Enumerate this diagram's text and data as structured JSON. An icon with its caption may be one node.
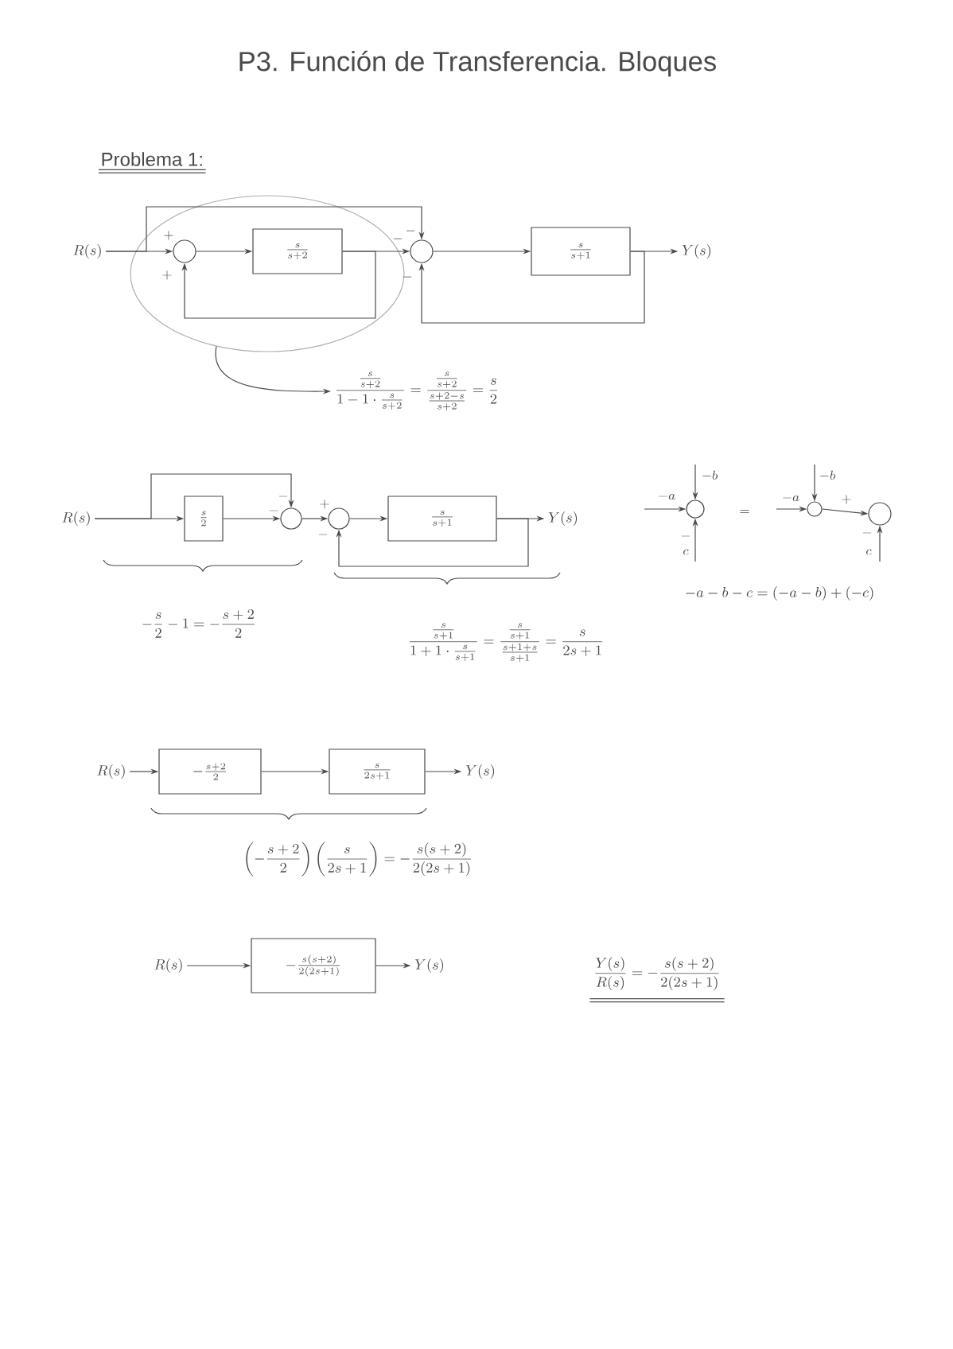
{
  "diagram": {
    "title": "P3. Función de Transferencia. Bloques",
    "nodes": [
      {
        "text": [
          "R(s)"
        ]
      },
      {
        "text": [],
        "shape": "ellipse"
      },
      {
        "text": [],
        "shape": "circle",
        "in": 1
      },
      {
        "text": [
          "\\frac{s}{s+2}"
        ],
        "in": 1
      },
      {
        "text": [],
        "shape": "circle"
      },
      {
        "text": [
          "\\frac{s}{s+1}"
        ]
      },
      {
        "text": [
          "Y(s)"
        ]
      },
      {
        "text": [
          "\\frac{\\frac{s}{s+2}}{1-1\\cdot\\frac{s}{s+2}}=\\frac{\\frac{s}{s+2}}{\\frac{s+2-s}{s+2}}=\\frac{s}{2}"
        ]
      },
      {
        "text": [
          "R(s)"
        ]
      },
      {
        "text": [
          "\\frac{s}{2}"
        ]
      },
      {
        "text": [],
        "shape": "circle"
      },
      {
        "text": [],
        "shape": "circle"
      },
      {
        "text": [
          "\\frac{s}{s+1}"
        ]
      },
      {
        "text": [
          "Y(s)"
        ]
      },
      {
        "text": [],
        "shape": "circle"
      },
      {
        "text": [],
        "shape": "circle"
      },
      {
        "text": [],
        "shape": "circle"
      },
      {
        "text": [
          "R(s)"
        ]
      },
      {
        "text": [
          "-\\frac{s+2}{2}"
        ]
      },
      {
        "text": [
          "\\frac{s}{2s+1}"
        ]
      },
      {
        "text": [
          "Y(s)"
        ]
      },
      {
        "text": [
          "R(s)"
        ]
      },
      {
        "text": [
          "-\\frac{s(s+2)}{2(2s+1)}"
        ]
      },
      {
        "text": [
          "Y(s)"
        ]
      }
    ],
    "edges": [
      {
        "from": 0,
        "to": 2,
        "arrow": "to"
      },
      {
        "from": 0,
        "to": 4,
        "arrow": "to"
      },
      {
        "from": 2,
        "to": 3,
        "arrow": "to"
      },
      {
        "from": 3,
        "to": 4,
        "arrow": "to"
      },
      {
        "from": 3,
        "to": 2,
        "arrow": "to"
      },
      {
        "from": 4,
        "to": 5,
        "arrow": "to"
      },
      {
        "from": 5,
        "to": 6,
        "arrow": "to"
      },
      {
        "from": 5,
        "to": 4,
        "arrow": "to"
      },
      {
        "from": 1,
        "to": 7,
        "arrow": "to"
      },
      {
        "from": 8,
        "to": 9,
        "arrow": "to"
      },
      {
        "from": 8,
        "to": 10,
        "arrow": "to"
      },
      {
        "from": 9,
        "to": 10,
        "arrow": "to"
      },
      {
        "from": 10,
        "to": 11,
        "arrow": "to"
      },
      {
        "from": 11,
        "to": 12,
        "arrow": "to"
      },
      {
        "from": 12,
        "to": 13,
        "arrow": "to"
      },
      {
        "from": 12,
        "to": 11,
        "arrow": "to"
      },
      {
        "from": null,
        "to": 14,
        "arrow": "to",
        "label": "-a"
      },
      {
        "from": null,
        "to": 14,
        "arrow": "to",
        "label": "-b"
      },
      {
        "from": null,
        "to": 14,
        "arrow": "to",
        "label": "c"
      },
      {
        "from": null,
        "to": 15,
        "arrow": "to",
        "label": "-a"
      },
      {
        "from": null,
        "to": 15,
        "arrow": "to",
        "label": "-b"
      },
      {
        "from": 15,
        "to": 16,
        "arrow": "to",
        "label": "+"
      },
      {
        "from": null,
        "to": 16,
        "arrow": "to",
        "label": "c"
      },
      {
        "from": 17,
        "to": 18,
        "arrow": "to"
      },
      {
        "from": 18,
        "to": 19,
        "arrow": "to"
      },
      {
        "from": 19,
        "to": 20,
        "arrow": "to"
      },
      {
        "from": 21,
        "to": 22,
        "arrow": "to"
      },
      {
        "from": 22,
        "to": 23,
        "arrow": "to"
      }
    ],
    "labels": [
      "Problema 1:",
      "+",
      "+",
      "-",
      "-",
      "-",
      "-",
      "-",
      "+",
      "-",
      "-\\frac{s}{2}-1=-\\frac{s+2}{2}",
      "=",
      "-",
      "-",
      "\\frac{\\frac{s}{s+1}}{1+1\\cdot\\frac{s}{s+1}}=\\frac{\\frac{s}{s+1}}{\\frac{s+1+s}{s+1}}=\\frac{s}{2s+1}",
      "-a-b-c=(-a-b)+(-c)",
      "\\left(-\\frac{s+2}{2}\\right)\\left(\\frac{s}{2s+1}\\right)=-\\frac{s(s+2)}{2(2s+1)}",
      "\\frac{Y(s)}{R(s)}=-\\frac{s(s+2)}{2(2s+1)}"
    ]
  }
}
